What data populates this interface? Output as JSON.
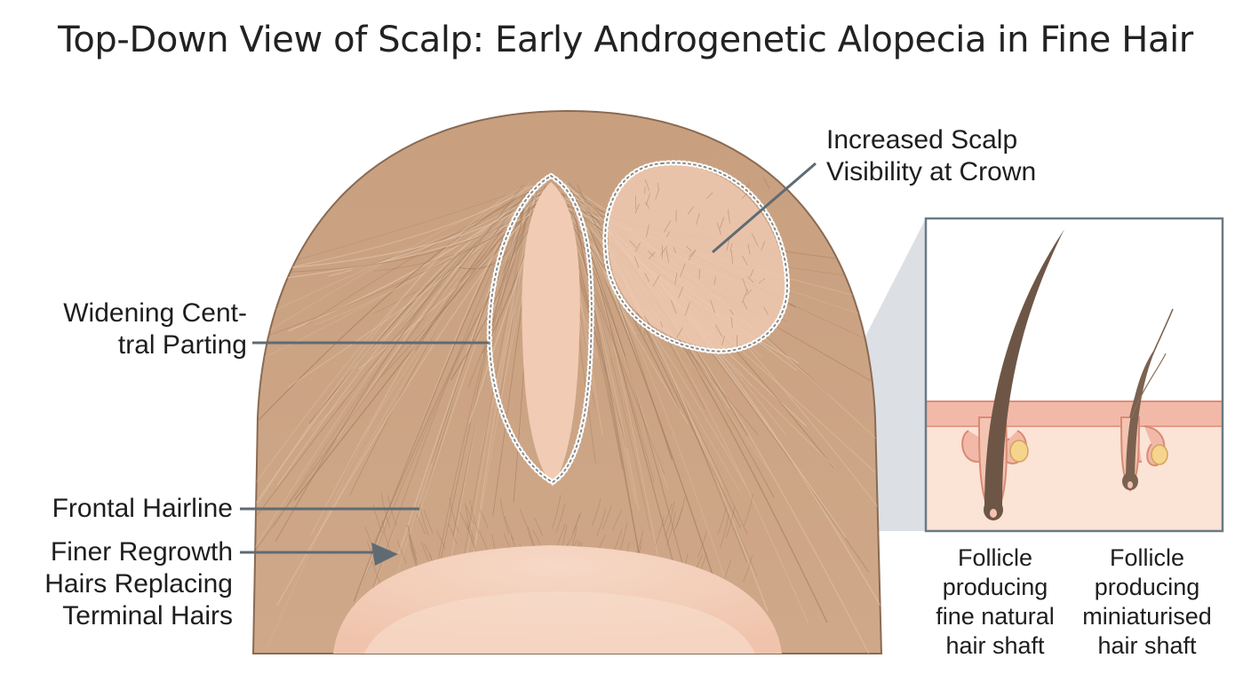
{
  "title": "Top-Down View of Scalp: Early Androgenetic Alopecia in Fine Hair",
  "labels": {
    "crown": [
      "Increased Scalp",
      "Visibility at Crown"
    ],
    "parting": [
      "Widening Cent-",
      "tral Parting"
    ],
    "hairline": [
      "Frontal Hairline"
    ],
    "regrowth": [
      "Finer Regrowth",
      "Hairs Replacing",
      "Terminal Hairs"
    ]
  },
  "inset": {
    "captions": {
      "natural": [
        "Follicle",
        "producing",
        "fine natural",
        "hair shaft"
      ],
      "miniaturised": [
        "Follicle",
        "producing",
        "miniaturised",
        "hair shaft"
      ]
    }
  },
  "colors": {
    "hair": "#c9a283",
    "hair_dark": "#a57e61",
    "scalp": "#f3cfb8",
    "skin_top": "#f1b8a6",
    "skin": "#fbe2d4",
    "leader": "#5f6b73",
    "inset_border": "#6b7a85"
  }
}
